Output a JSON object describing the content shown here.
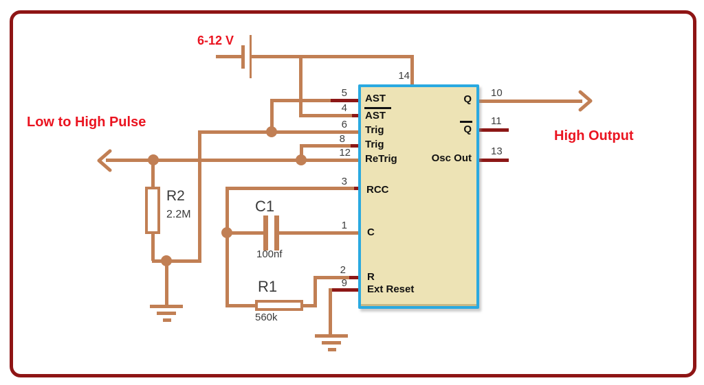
{
  "labels": {
    "supply_voltage": "6-12 V",
    "input_annotation": "Low to High Pulse",
    "output_annotation": "High Output"
  },
  "colors": {
    "wire": "#c17f54",
    "pin_stub": "#8c1716",
    "frame_border": "#8e1515",
    "ic_border": "#2aa9e0",
    "ic_fill": "#ede3b5",
    "annotation_text": "#ea1420"
  },
  "ic": {
    "top_pin": {
      "number": "14"
    },
    "left_pins": [
      {
        "number": "5",
        "label": "AST"
      },
      {
        "number": "4",
        "label": "AST"
      },
      {
        "number": "6",
        "label": "Trig"
      },
      {
        "number": "8",
        "label": "Trig"
      },
      {
        "number": "12",
        "label": "ReTrig"
      },
      {
        "number": "3",
        "label": "RCC"
      },
      {
        "number": "1",
        "label": "C"
      },
      {
        "number": "2",
        "label": "R"
      },
      {
        "number": "9",
        "label": "Ext Reset"
      }
    ],
    "right_pins": [
      {
        "number": "10",
        "label": "Q"
      },
      {
        "number": "11",
        "label": "Q"
      },
      {
        "number": "13",
        "label": "Osc Out"
      }
    ]
  },
  "components": {
    "r2": {
      "ref": "R2",
      "value": "2.2M"
    },
    "c1": {
      "ref": "C1",
      "value": "100nf"
    },
    "r1": {
      "ref": "R1",
      "value": "560k"
    }
  }
}
